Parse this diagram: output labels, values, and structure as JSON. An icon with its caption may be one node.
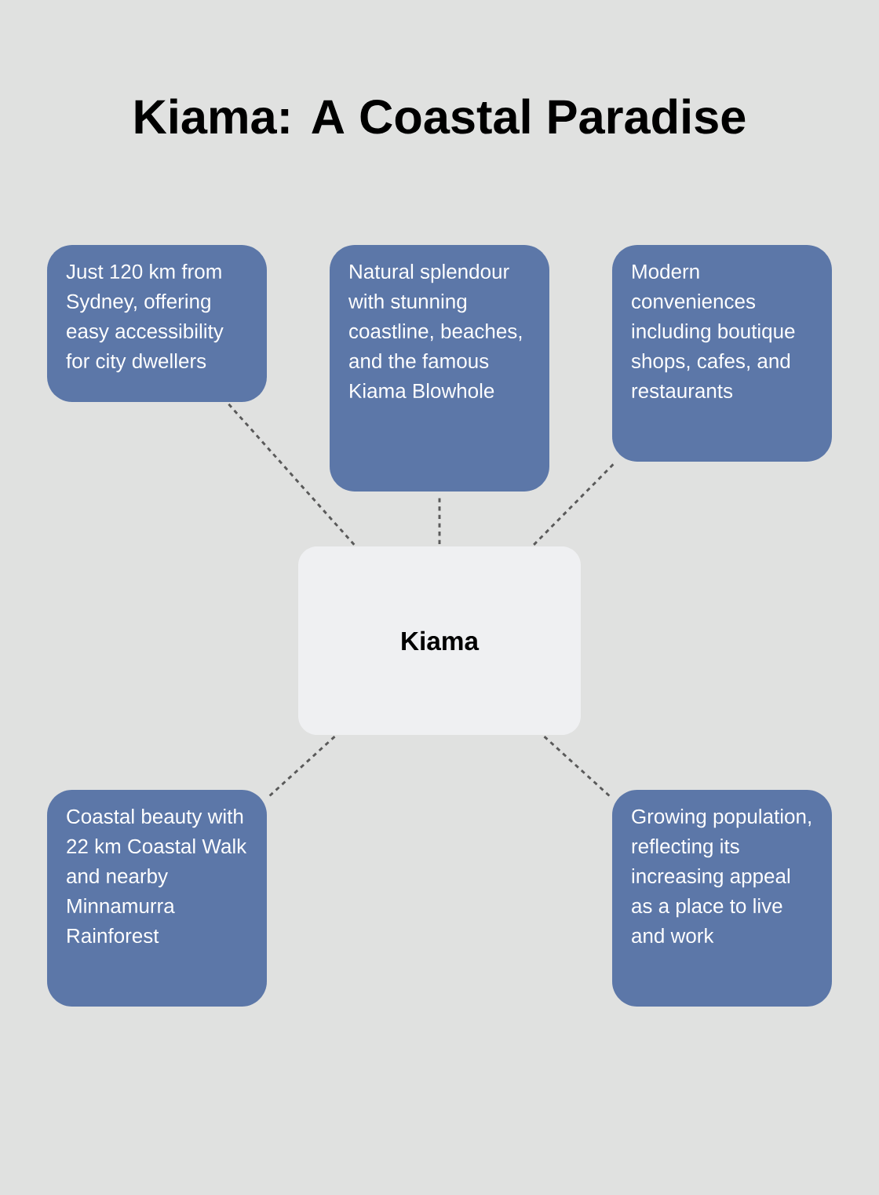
{
  "diagram": {
    "title": "Kiama: A Coastal Paradise",
    "nodes": [
      {
        "text": [
          "Just 120 km from Sydney, offering easy accessibility for city dwellers"
        ]
      },
      {
        "text": [
          "Natural splendour with stunning coastline, beaches, and the famous Kiama Blowhole"
        ]
      },
      {
        "text": [
          "Modern conveniences including boutique shops, cafes, and restaurants"
        ]
      },
      {
        "text": [
          "Kiama"
        ]
      },
      {
        "text": [
          "Coastal beauty with 22 km Coastal Walk and nearby Minnamurra Rainforest"
        ]
      },
      {
        "text": [
          "Growing population, reflecting its increasing appeal as a place to live and work"
        ]
      }
    ],
    "edges": [
      {
        "from": 3,
        "to": 0,
        "arrow": "none",
        "style": "dashed"
      },
      {
        "from": 3,
        "to": 1,
        "arrow": "none",
        "style": "dashed"
      },
      {
        "from": 3,
        "to": 2,
        "arrow": "none",
        "style": "dashed"
      },
      {
        "from": 3,
        "to": 4,
        "arrow": "none",
        "style": "dashed"
      },
      {
        "from": 3,
        "to": 5,
        "arrow": "none",
        "style": "dashed"
      }
    ]
  }
}
